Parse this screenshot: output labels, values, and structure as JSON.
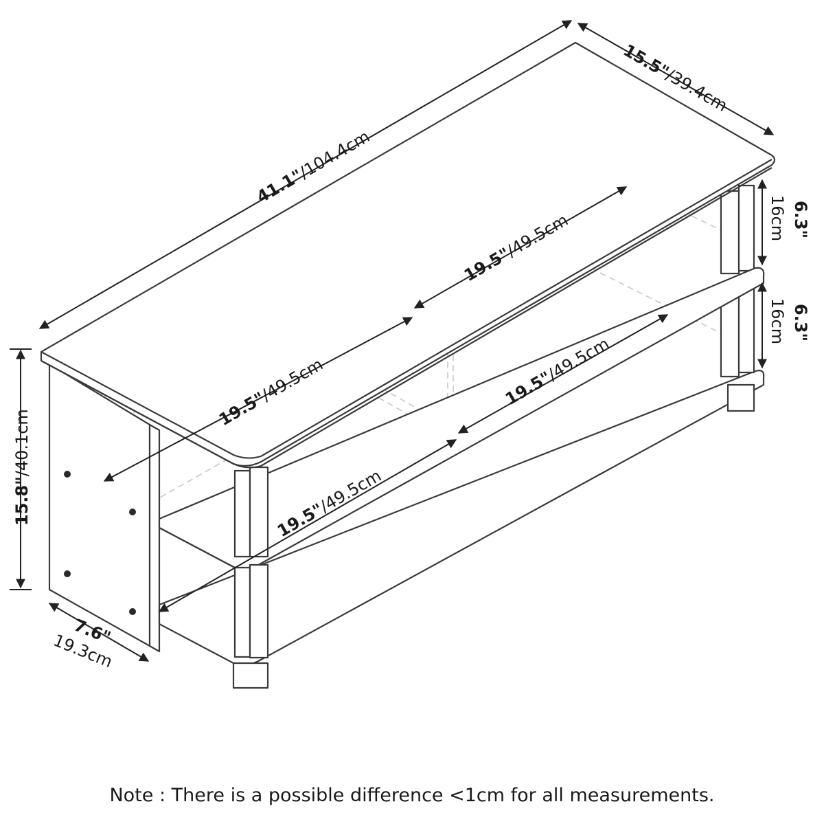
{
  "dimensions": {
    "length": {
      "inches": "41.1\"",
      "cm": "/104.4cm"
    },
    "depth": {
      "inches": "15.5\"",
      "cm": "/39.4cm"
    },
    "height": {
      "inches": "15.8\"",
      "cm": "/40.1cm"
    },
    "side_depth": {
      "inches": "7.6\"",
      "cm": "19.3cm"
    },
    "shelf_gap_upper": {
      "inches": "6.3\"",
      "cm": "16cm"
    },
    "shelf_gap_lower": {
      "inches": "6.3\"",
      "cm": "16cm"
    },
    "compartment_top_right": {
      "inches": "19.5\"",
      "cm": "/49.5cm"
    },
    "compartment_top_left": {
      "inches": "19.5\"",
      "cm": "/49.5cm"
    },
    "compartment_bottom_right": {
      "inches": "19.5\"",
      "cm": "/49.5cm"
    },
    "compartment_bottom_left": {
      "inches": "19.5\"",
      "cm": "/49.5cm"
    }
  },
  "note": "Note : There is a possible difference <1cm for all measurements."
}
